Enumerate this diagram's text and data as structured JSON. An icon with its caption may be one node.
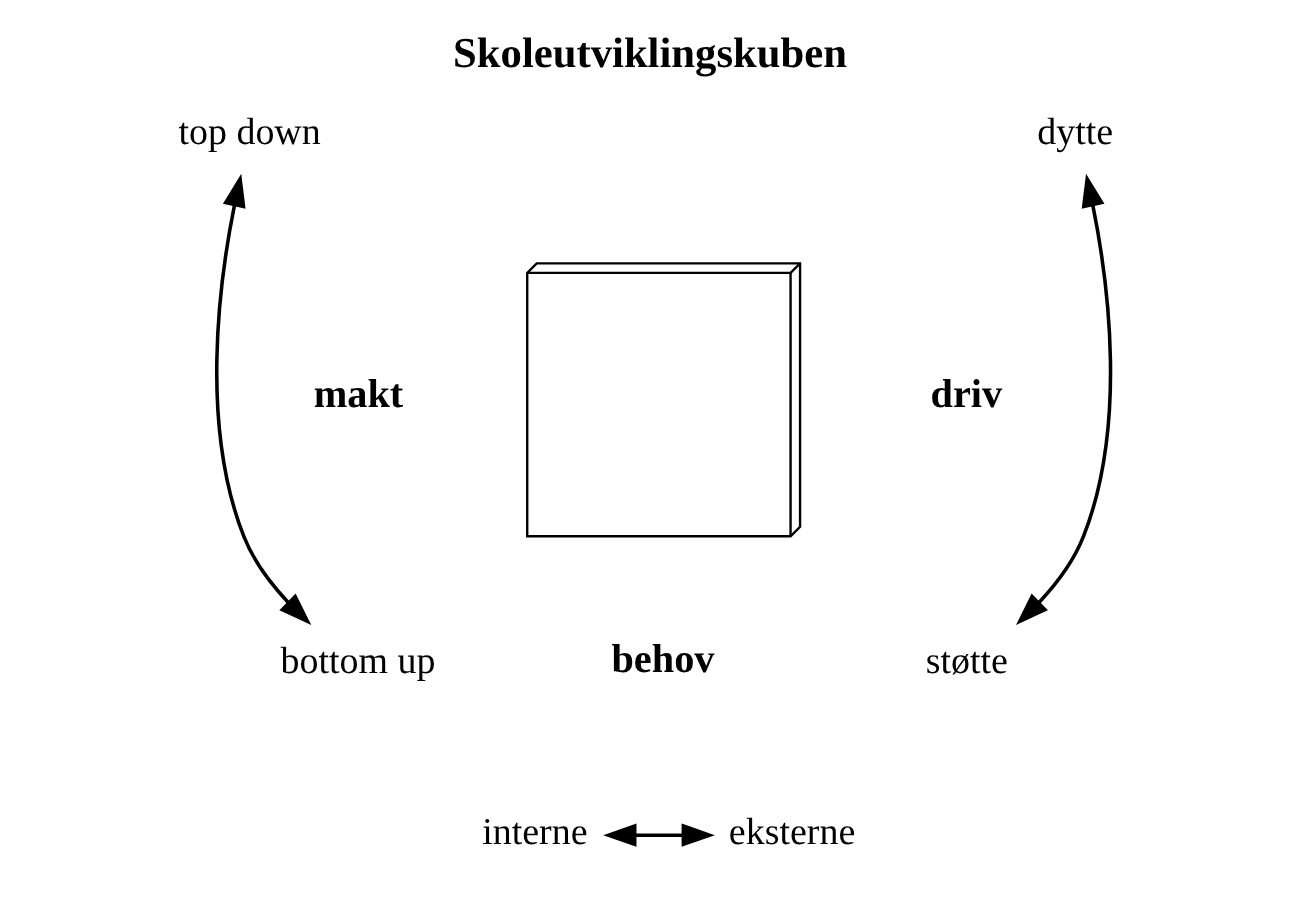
{
  "diagram": {
    "title": "Skoleutviklingskuben",
    "nodes": [
      {
        "text": [
          "top down"
        ]
      },
      {
        "text": [
          "dytte"
        ]
      },
      {
        "text": [],
        "shape": "box"
      },
      {
        "text": [
          "bottom up"
        ]
      },
      {
        "text": [
          "støtte"
        ]
      },
      {
        "text": [
          "interne"
        ]
      },
      {
        "text": [
          "eksterne"
        ]
      }
    ],
    "edges": [
      {
        "from": 0,
        "to": 3,
        "arrow": "both"
      },
      {
        "from": 1,
        "to": 4,
        "arrow": "both"
      },
      {
        "from": 5,
        "to": 6,
        "arrow": "both"
      }
    ],
    "labels": [
      "makt",
      "driv",
      "behov"
    ]
  }
}
